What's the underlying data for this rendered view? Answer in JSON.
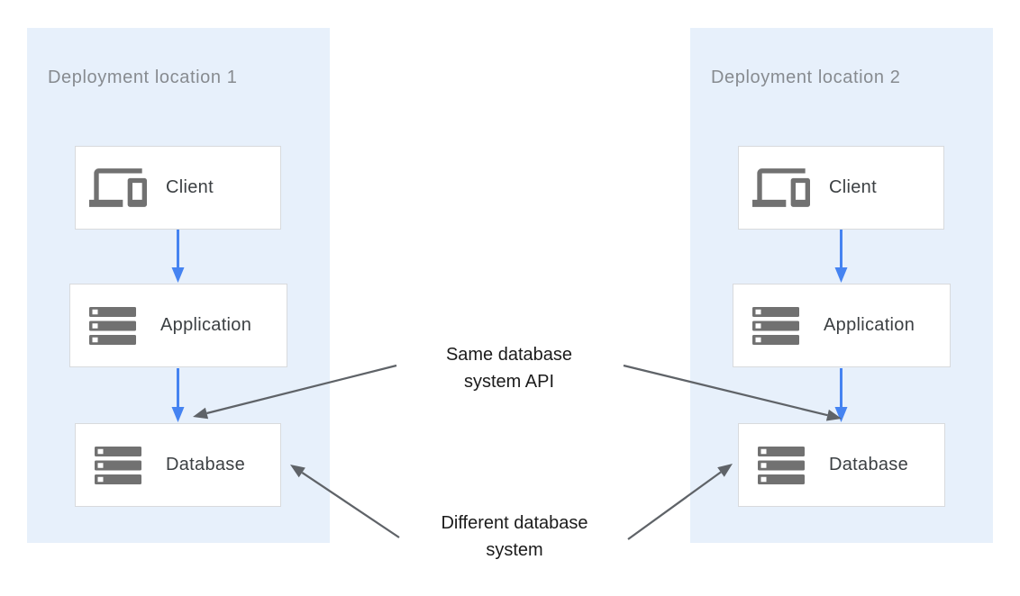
{
  "theme": {
    "panel_bg": "#e7f0fb",
    "box_bg": "#ffffff",
    "box_border": "#d8dadd",
    "icon_gray": "#717171",
    "panel_title_color": "#878b90",
    "box_label_color": "#3c4043",
    "flow_arrow_color": "#4583f1",
    "annotation_arrow_color": "#5f6368",
    "annotation_text_color": "#1b1b1b"
  },
  "panels": [
    {
      "title": "Deployment location 1",
      "nodes": [
        {
          "label": "Client",
          "icon": "devices-icon"
        },
        {
          "label": "Application",
          "icon": "server-stack-icon"
        },
        {
          "label": "Database",
          "icon": "server-stack-icon"
        }
      ]
    },
    {
      "title": "Deployment location 2",
      "nodes": [
        {
          "label": "Client",
          "icon": "devices-icon"
        },
        {
          "label": "Application",
          "icon": "server-stack-icon"
        },
        {
          "label": "Database",
          "icon": "server-stack-icon"
        }
      ]
    }
  ],
  "flows": [
    {
      "from": "Client",
      "to": "Application",
      "location": "Deployment location 1",
      "style": "blue-arrow"
    },
    {
      "from": "Application",
      "to": "Database",
      "location": "Deployment location 1",
      "style": "blue-arrow"
    },
    {
      "from": "Client",
      "to": "Application",
      "location": "Deployment location 2",
      "style": "blue-arrow"
    },
    {
      "from": "Application",
      "to": "Database",
      "location": "Deployment location 2",
      "style": "blue-arrow"
    }
  ],
  "annotations": [
    {
      "text": "Same database system API",
      "lines": [
        "Same database",
        "system API"
      ],
      "points_to": [
        "Database (Deployment location 1)",
        "Database (Deployment location 2)"
      ]
    },
    {
      "text": "Different database system",
      "lines": [
        "Different database",
        "system"
      ],
      "points_to": [
        "Database (Deployment location 1)",
        "Database (Deployment location 2)"
      ]
    }
  ]
}
